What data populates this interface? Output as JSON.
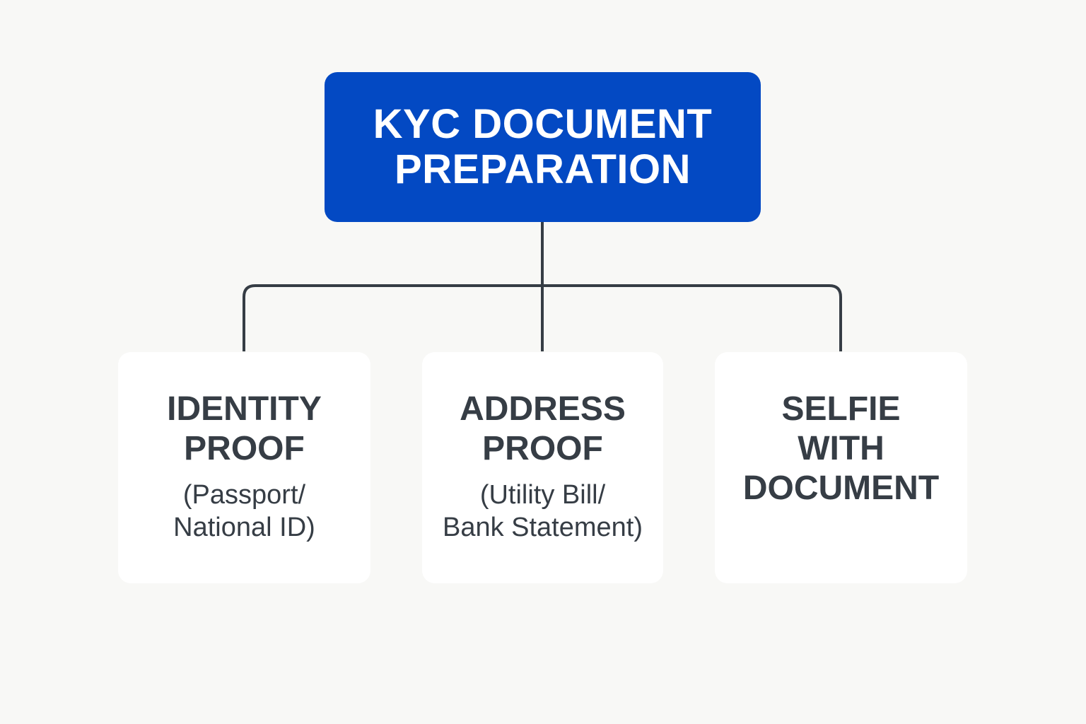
{
  "diagram": {
    "root": {
      "lines": [
        "KYC DOCUMENT",
        "PREPARATION"
      ],
      "fill_color": "#0349c3",
      "text_color": "#ffffff"
    },
    "children": [
      {
        "title_lines": [
          "IDENTITY",
          "PROOF"
        ],
        "subtitle_lines": [
          "(Passport/",
          "National ID)"
        ]
      },
      {
        "title_lines": [
          "ADDRESS",
          "PROOF"
        ],
        "subtitle_lines": [
          "(Utility Bill/",
          "Bank Statement)"
        ]
      },
      {
        "title_lines": [
          "SELFIE",
          "WITH",
          "DOCUMENT"
        ],
        "subtitle_lines": []
      }
    ],
    "connector_color": "#363d45",
    "text_color": "#363d45",
    "background_color": "#f8f8f6"
  }
}
